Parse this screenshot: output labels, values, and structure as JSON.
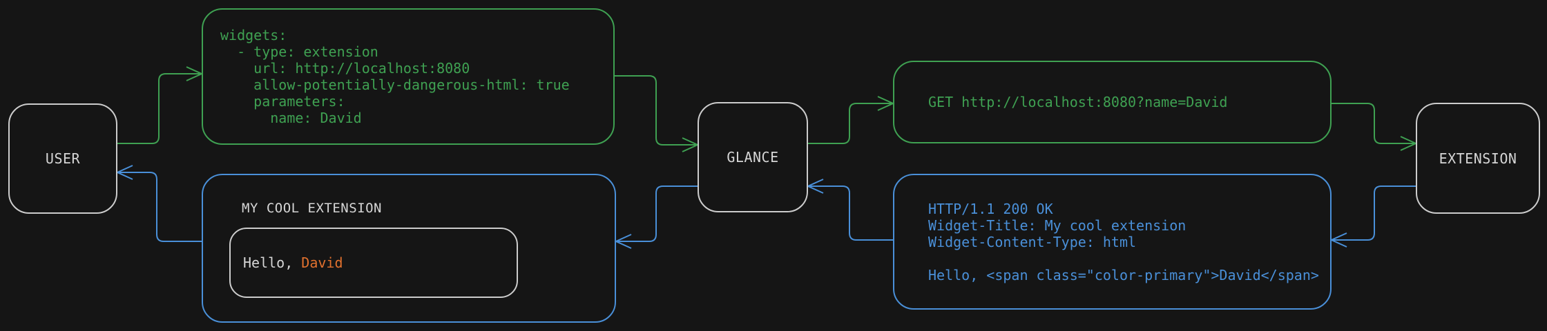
{
  "diagram": {
    "nodes": {
      "user": {
        "label": "USER"
      },
      "glance": {
        "label": "GLANCE"
      },
      "extension": {
        "label": "EXTENSION"
      }
    },
    "config_box": {
      "lines": [
        "widgets:",
        "  - type: extension",
        "    url: http://localhost:8080",
        "    allow-potentially-dangerous-html: true",
        "    parameters:",
        "      name: David"
      ]
    },
    "request_box": {
      "text": "GET http://localhost:8080?name=David"
    },
    "response_box": {
      "lines": [
        "HTTP/1.1 200 OK",
        "Widget-Title: My cool extension",
        "Widget-Content-Type: html",
        "",
        "Hello, <span class=\"color-primary\">David</span>"
      ]
    },
    "widget_box": {
      "title": "MY COOL EXTENSION",
      "greeting_prefix": "Hello, ",
      "greeting_name": "David"
    }
  },
  "colors": {
    "background": "#151515",
    "request_green": "#3fa152",
    "response_blue": "#4a90d9",
    "highlight_orange": "#e2712e",
    "node_border": "#cdcdcd",
    "text_light": "#d6d6d6"
  }
}
